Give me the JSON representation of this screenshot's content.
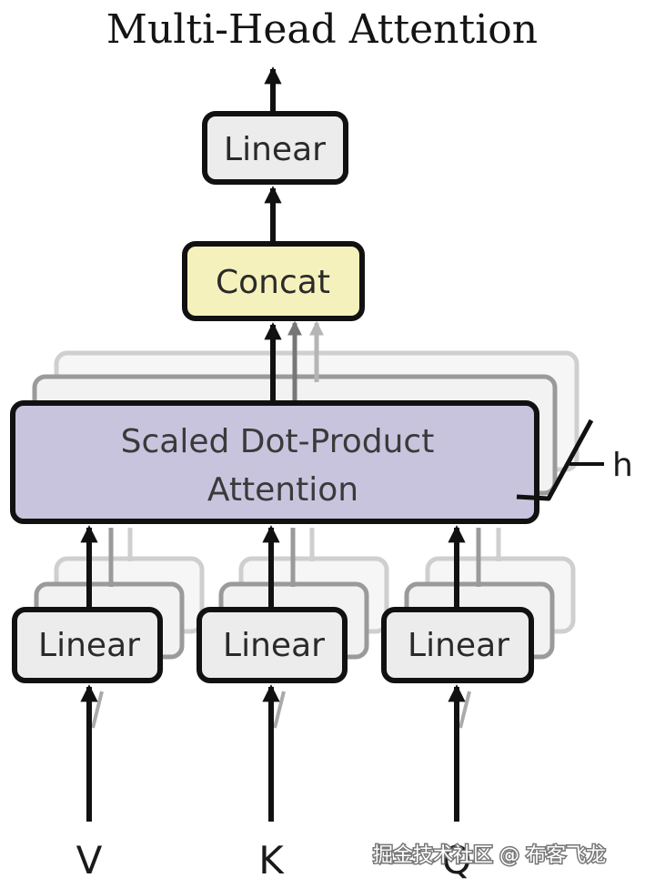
{
  "diagram": {
    "title": "Multi-Head Attention",
    "linear_output_label": "Linear",
    "concat_label": "Concat",
    "attention_line1": "Scaled Dot-Product",
    "attention_line2": "Attention",
    "head_count_label": "h",
    "input_linear_label": "Linear",
    "inputs": [
      "V",
      "K",
      "Q"
    ]
  },
  "watermark": "掘金技术社区 @ 布客飞龙",
  "colors": {
    "linear_fill": "#ececec",
    "concat_fill": "#f5f1bc",
    "attention_fill": "#c9c4de",
    "stroke": "#111111"
  }
}
